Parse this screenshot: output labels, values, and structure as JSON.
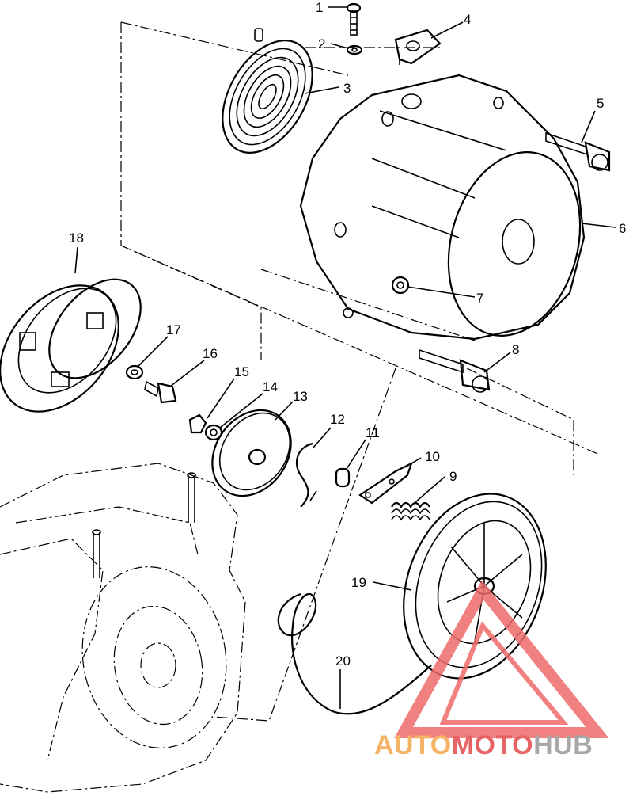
{
  "diagram": {
    "part_numbers": [
      "1",
      "2",
      "3",
      "4",
      "5",
      "6",
      "7",
      "8",
      "9",
      "10",
      "11",
      "12",
      "13",
      "14",
      "15",
      "16",
      "17",
      "18",
      "19",
      "20"
    ]
  },
  "watermark": {
    "brand_part1": "AUTO",
    "brand_part2": "MOTO",
    "brand_part3": "HUB",
    "colors": {
      "orange": "#f3a64b",
      "red": "#e34a4a",
      "gray": "#9a9a9a",
      "triangle": "#ef6a6a"
    }
  }
}
